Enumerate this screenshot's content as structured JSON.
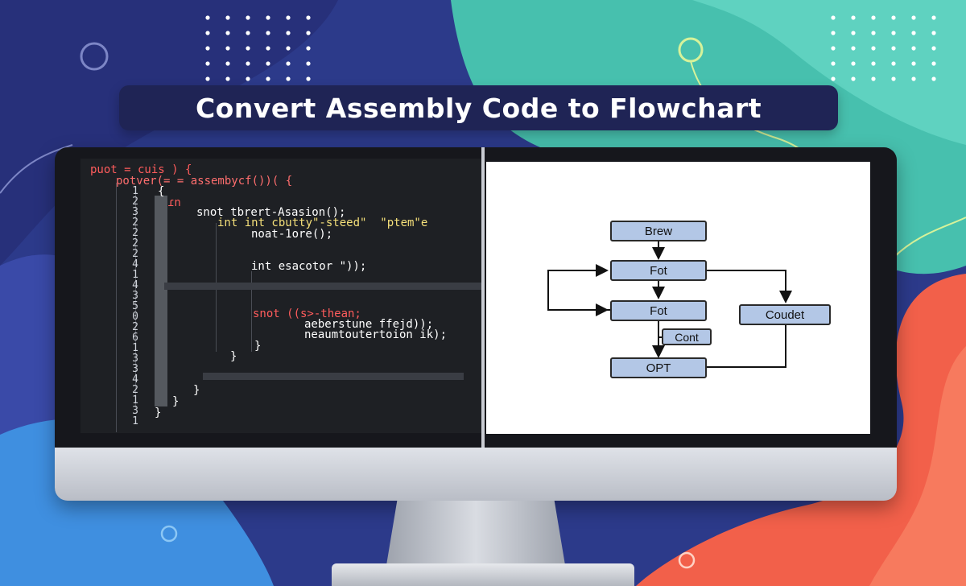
{
  "banner": {
    "title": "Convert Assembly Code to Flowchart"
  },
  "code_lines": [
    "puot = cuis ) {",
    "potver(= = assembycf())( {",
    "{",
    "ɾn",
    "snot tbrert-Asasion();",
    "int int cbutty\"-steed\"  \"ptem\"e",
    "noat-1ore();",
    "int esacotor \"));",
    "snot ((s>-thean;",
    "aeberstune ffejd));",
    "neaumtoutertoion ik);",
    "}",
    "}",
    "}",
    "}",
    "}"
  ],
  "line_numbers": [
    "1",
    "2",
    "3",
    "2",
    "2",
    "2",
    "2",
    "4",
    "1",
    "4",
    "3",
    "5",
    "0",
    "2",
    "6",
    "1",
    "3",
    "3",
    "4",
    "2",
    "1",
    "3",
    "1"
  ],
  "flowchart": {
    "nodes": {
      "brew": "Brew",
      "fot1": "Fot",
      "fot2": "Fot",
      "cont": "Cont",
      "opt": "OPT",
      "coudet": "Coudet"
    }
  },
  "colors": {
    "code_keyword": "#ff5c5c",
    "code_text": "#ffffff",
    "code_string": "#f5e07a",
    "node_fill": "#b3c7e6",
    "bg_blue": "#2f3a86",
    "bg_teal": "#49c3b0",
    "bg_coral": "#f2604a",
    "bg_light_blue": "#3f8fe0"
  }
}
